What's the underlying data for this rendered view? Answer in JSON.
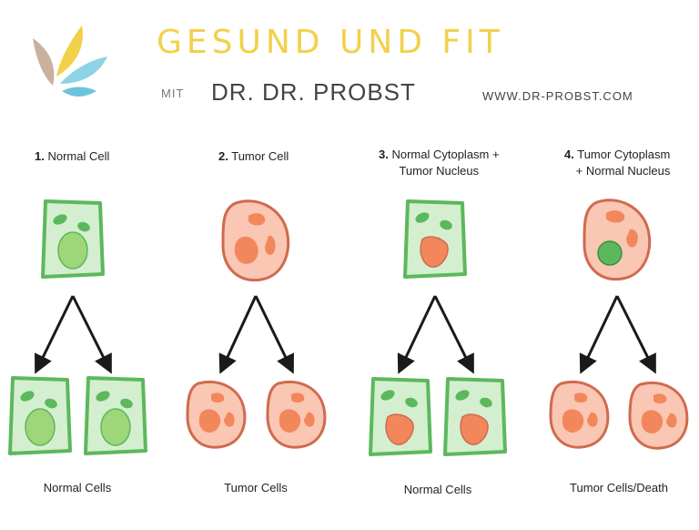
{
  "brand": {
    "title": "GESUND UND FIT",
    "mit": "MIT",
    "doctor": "DR. DR. PROBST",
    "url": "WWW.DR-PROBST.COM"
  },
  "columns": [
    {
      "number": "1.",
      "title_line1": "Normal Cell",
      "title_line2": "",
      "caption": "Normal Cells"
    },
    {
      "number": "2.",
      "title_line1": "Tumor Cell",
      "title_line2": "",
      "caption": "Tumor Cells"
    },
    {
      "number": "3.",
      "title_line1": "Normal Cytoplasm +",
      "title_line2": "Tumor Nucleus",
      "caption": "Normal Cells"
    },
    {
      "number": "4.",
      "title_line1": "Tumor Cytoplasm",
      "title_line2": "+ Normal Nucleus",
      "caption": "Tumor Cells/Death"
    }
  ],
  "colors": {
    "normal_fill": "#d4efcf",
    "normal_stroke": "#5cb85c",
    "normal_nucleus": "#9fd67a",
    "tumor_fill": "#f9c7b4",
    "tumor_stroke": "#d06a4e",
    "tumor_nucleus": "#f2875c",
    "green_nucleus": "#5cb85c",
    "arrow": "#1a1a1a",
    "title_yellow": "#f2d04a"
  }
}
